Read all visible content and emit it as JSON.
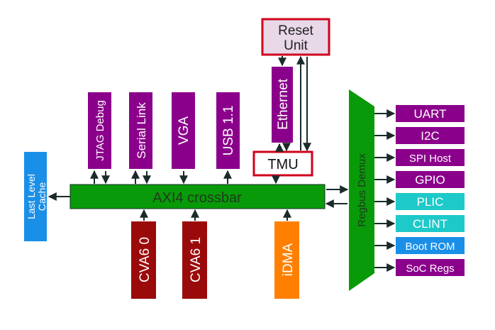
{
  "blocks": {
    "reset_unit": {
      "line1": "Reset",
      "line2": "Unit"
    },
    "ethernet": "Ethernet",
    "tmu": "TMU",
    "jtag": "JTAG Debug",
    "serial_link": "Serial Link",
    "vga": "VGA",
    "usb": "USB 1.1",
    "llc": {
      "line1": "Last Level",
      "line2": "Cache"
    },
    "crossbar": "AXI4 crossbar",
    "cva6_0": "CVA6 0",
    "cva6_1": "CVA6 1",
    "idma": "iDMA",
    "regbus_demux": "Regbus Demux"
  },
  "peripherals": [
    {
      "label": "UART",
      "color": "#8b008b"
    },
    {
      "label": "I2C",
      "color": "#8b008b"
    },
    {
      "label": "SPI Host",
      "color": "#8b008b"
    },
    {
      "label": "GPIO",
      "color": "#8b008b"
    },
    {
      "label": "PLIC",
      "color": "#1ec9c9"
    },
    {
      "label": "CLINT",
      "color": "#1ec9c9"
    },
    {
      "label": "Boot ROM",
      "color": "#1a8fe8"
    },
    {
      "label": "SoC Regs",
      "color": "#8b008b"
    }
  ],
  "colors": {
    "purple": "#8b008b",
    "green": "#089a08",
    "dark_red": "#9b0a0a",
    "orange": "#ff8000",
    "blue": "#1a8fe8",
    "cyan": "#1ec9c9",
    "red_border": "#d0021b",
    "reset_fill": "#e8d8e8",
    "wire": "#1a2a2a"
  }
}
